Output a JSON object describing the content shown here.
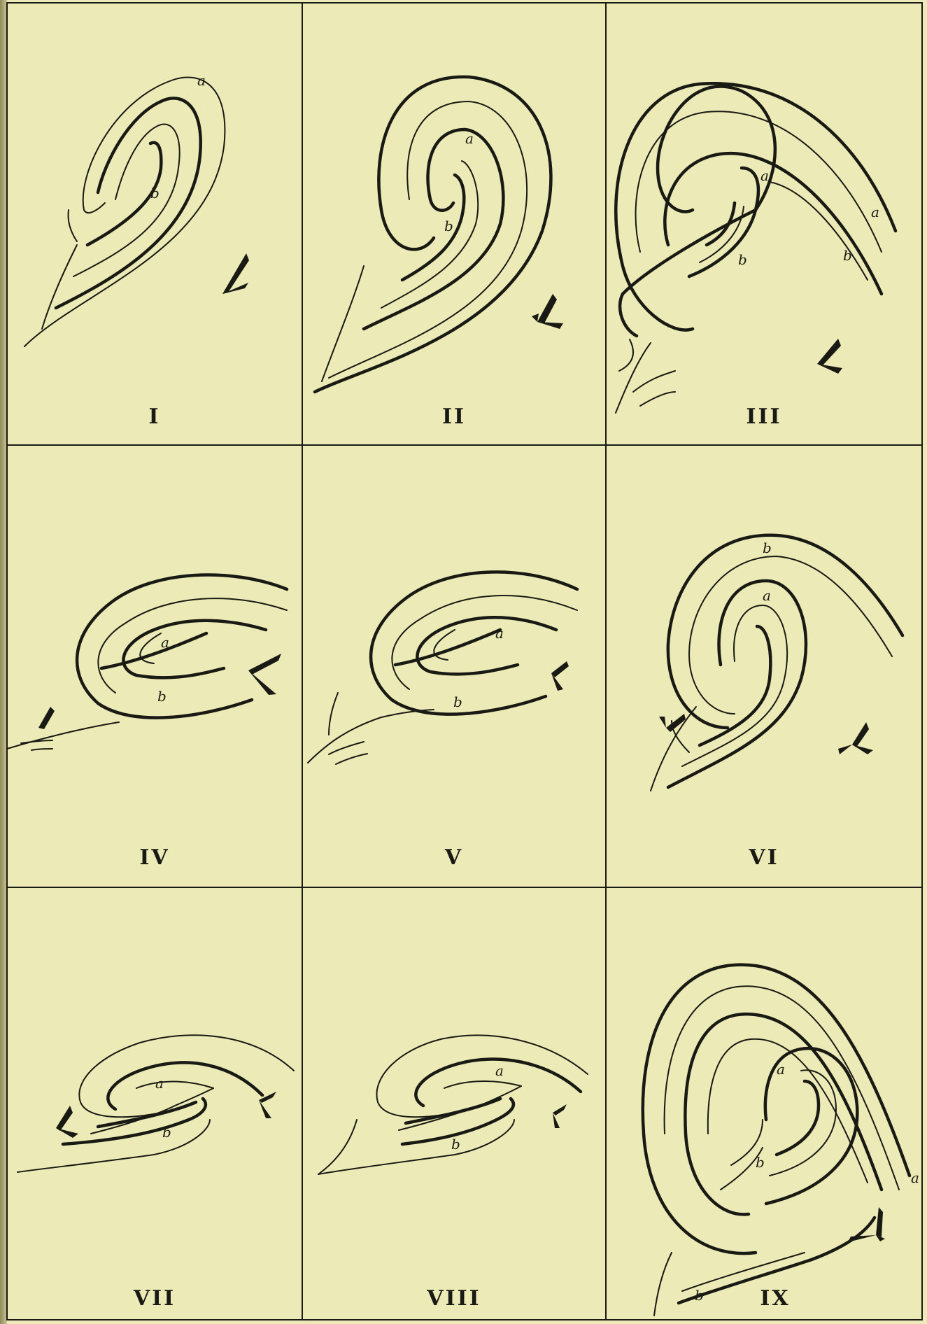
{
  "figures": [
    {
      "numeral": "I",
      "letters": [
        "a",
        "b"
      ]
    },
    {
      "numeral": "II",
      "letters": [
        "a",
        "b"
      ]
    },
    {
      "numeral": "III",
      "letters": [
        "a",
        "a",
        "b",
        "b"
      ]
    },
    {
      "numeral": "IV",
      "letters": [
        "a",
        "b"
      ]
    },
    {
      "numeral": "V",
      "letters": [
        "a",
        "b"
      ]
    },
    {
      "numeral": "VI",
      "letters": [
        "b",
        "a"
      ]
    },
    {
      "numeral": "VII",
      "letters": [
        "a",
        "b"
      ]
    },
    {
      "numeral": "VIII",
      "letters": [
        "a",
        "b"
      ]
    },
    {
      "numeral": "IX",
      "letters": [
        "a",
        "b",
        "a",
        "b"
      ]
    }
  ],
  "colors": {
    "paper": "#eceab6",
    "ink": "#1a1a14"
  }
}
